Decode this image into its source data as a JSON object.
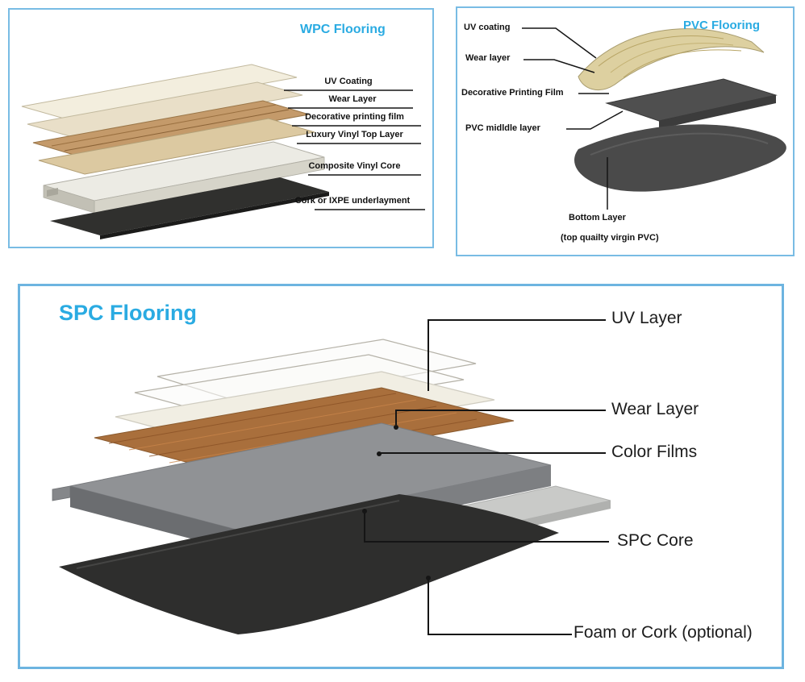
{
  "colors": {
    "panel_border": "#79bce4",
    "title_cyan": "#2aabe2",
    "callout_line": "#151515",
    "wood_layer": "#a96f3c",
    "core_gray": "#909295",
    "underlay_black": "#2e2e2d"
  },
  "wpc": {
    "title": "WPC Flooring",
    "labels": [
      "UV Coating",
      "Wear Layer",
      "Decorative printing  film",
      "Luxury Vinyl Top Layer",
      "Composite  Vinyl Core",
      "Cork or IXPE underlayment"
    ]
  },
  "pvc": {
    "title": "PVC Flooring",
    "labels": [
      "UV coating",
      "Wear layer",
      "Decorative Printing Film",
      "PVC midldle layer",
      "Bottom Layer",
      "(top quailty virgin PVC)"
    ]
  },
  "spc": {
    "title": "SPC Flooring",
    "labels": [
      "UV Layer",
      "Wear Layer",
      "Color Films",
      "SPC Core",
      "Foam or Cork (optional)"
    ]
  }
}
